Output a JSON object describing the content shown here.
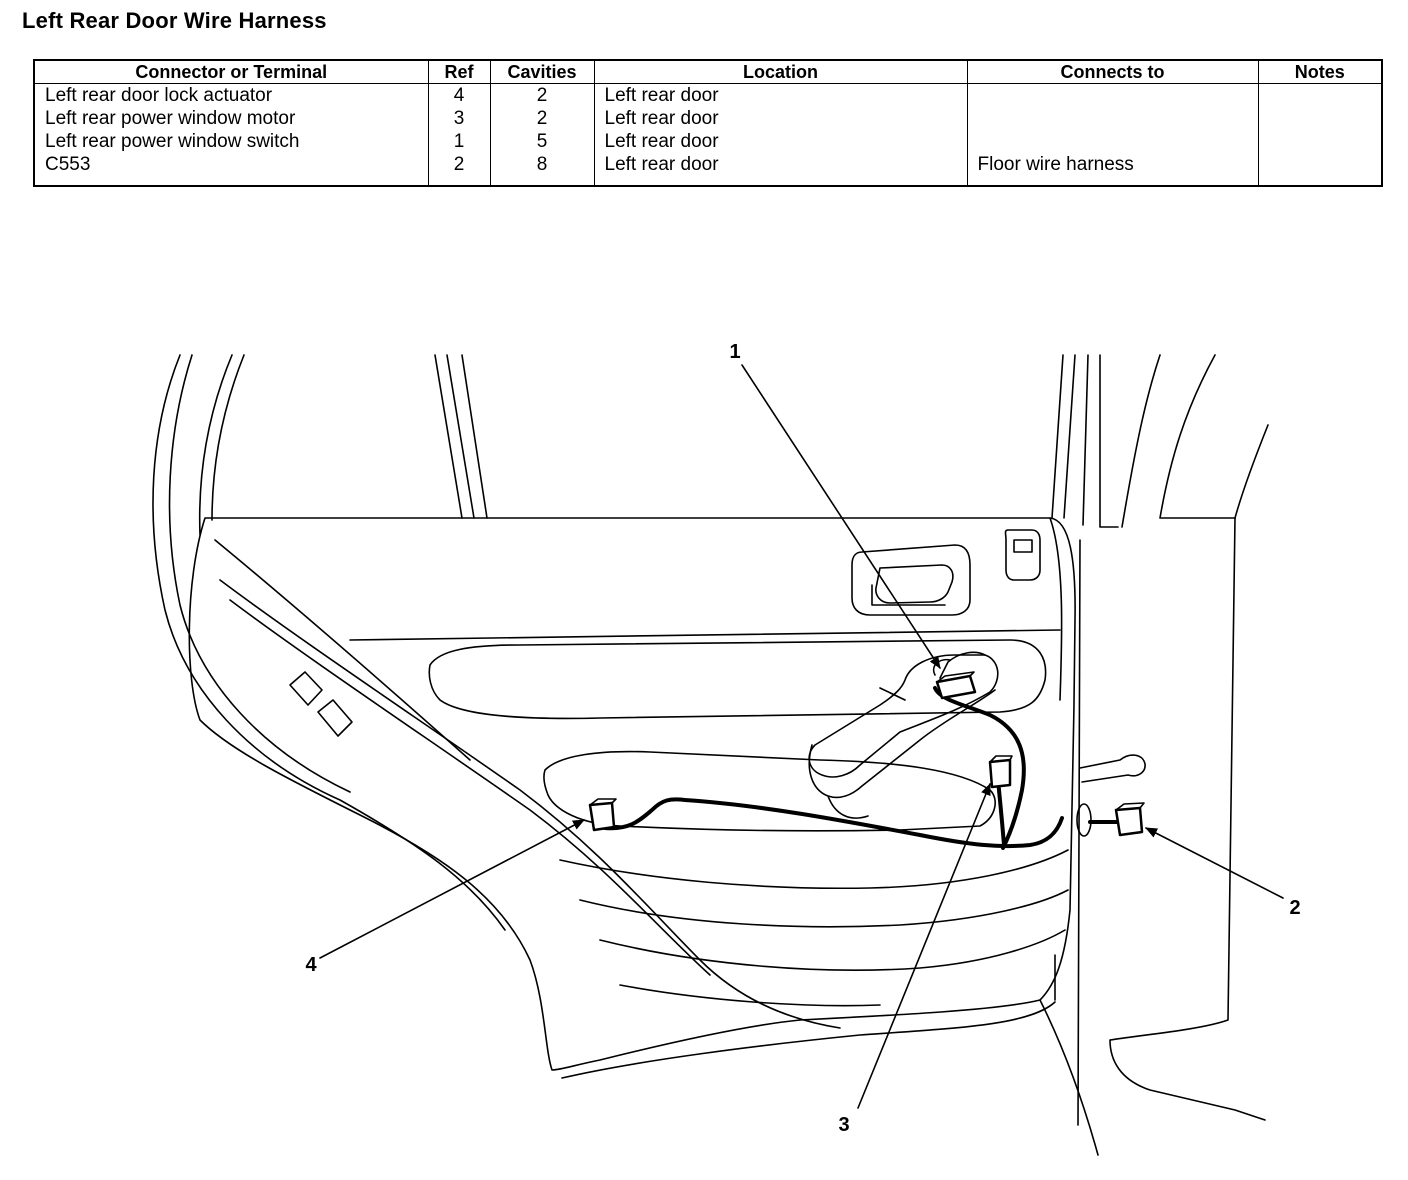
{
  "title": "Left Rear Door Wire Harness",
  "table": {
    "headers": [
      "Connector or Terminal",
      "Ref",
      "Cavities",
      "Location",
      "Connects to",
      "Notes"
    ],
    "rows": [
      [
        "Left rear door lock actuator",
        "4",
        "2",
        "Left rear door",
        "",
        ""
      ],
      [
        "Left rear power window motor",
        "3",
        "2",
        "Left rear door",
        "",
        ""
      ],
      [
        "Left rear power window switch",
        "1",
        "5",
        "Left rear door",
        "",
        ""
      ],
      [
        "C553",
        "2",
        "8",
        "Left rear door",
        "Floor wire harness",
        ""
      ]
    ]
  },
  "callouts": [
    "1",
    "2",
    "3",
    "4"
  ]
}
